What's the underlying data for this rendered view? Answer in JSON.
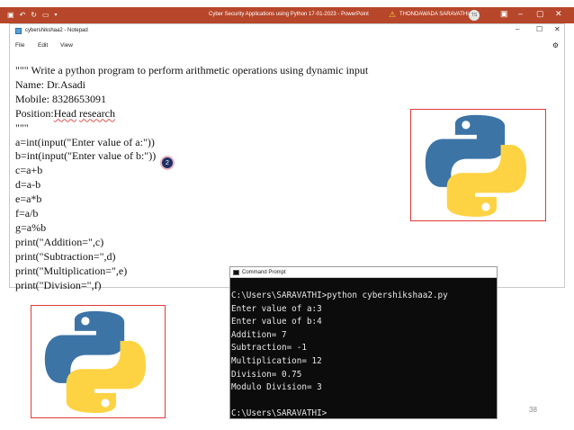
{
  "powerpoint": {
    "title": "Cyber Security Applications using Python 17-01-2023  -  PowerPoint",
    "user_name": "THONDAWADA SARAVATHI",
    "user_initials": "TS",
    "quick_access": [
      "save-icon",
      "undo-icon",
      "redo-icon",
      "start-slideshow-icon",
      "customize-icon"
    ],
    "window_controls": [
      "ribbon-options-icon",
      "minimize-icon",
      "restore-icon",
      "close-icon"
    ]
  },
  "notepad": {
    "window_title": "cybershikshaa2 - Notepad",
    "menu": [
      "File",
      "Edit",
      "View"
    ],
    "lines": [
      "\"\"\" Write a python program to perform arithmetic operations using dynamic input",
      "Name: Dr.Asadi",
      "Mobile: 8328653091",
      "Position:Head research",
      "\"\"\"",
      "a=int(input(\"Enter value of a:\"))",
      "b=int(input(\"Enter value of b:\"))",
      "c=a+b",
      "d=a-b",
      "e=a*b",
      "f=a/b",
      "g=a%b",
      "print(\"Addition=\",c)",
      "print(\"Subtraction=\",d)",
      "print(\"Multiplication=\",e)",
      "print(\"Division=\",f)"
    ],
    "position_prefix": "Position:",
    "position_word1": "Head",
    "position_word2": "research"
  },
  "badge_number": "2",
  "command_prompt": {
    "title": "Command Prompt",
    "lines": [
      "C:\\Users\\SARAVATHI>python cybershikshaa2.py",
      "Enter value of a:3",
      "Enter value of b:4",
      "Addition= 7",
      "Subtraction= -1",
      "Multiplication= 12",
      "Division= 0.75",
      "Modulo Division= 3",
      "",
      "C:\\Users\\SARAVATHI>"
    ]
  },
  "logos": [
    "python-logo",
    "python-logo"
  ],
  "colors": {
    "ppt_bar": "#b7472a",
    "python_blue": "#3c74a6",
    "python_yellow": "#fdd344",
    "frame_red": "#e03a3a"
  },
  "page_number": "38"
}
